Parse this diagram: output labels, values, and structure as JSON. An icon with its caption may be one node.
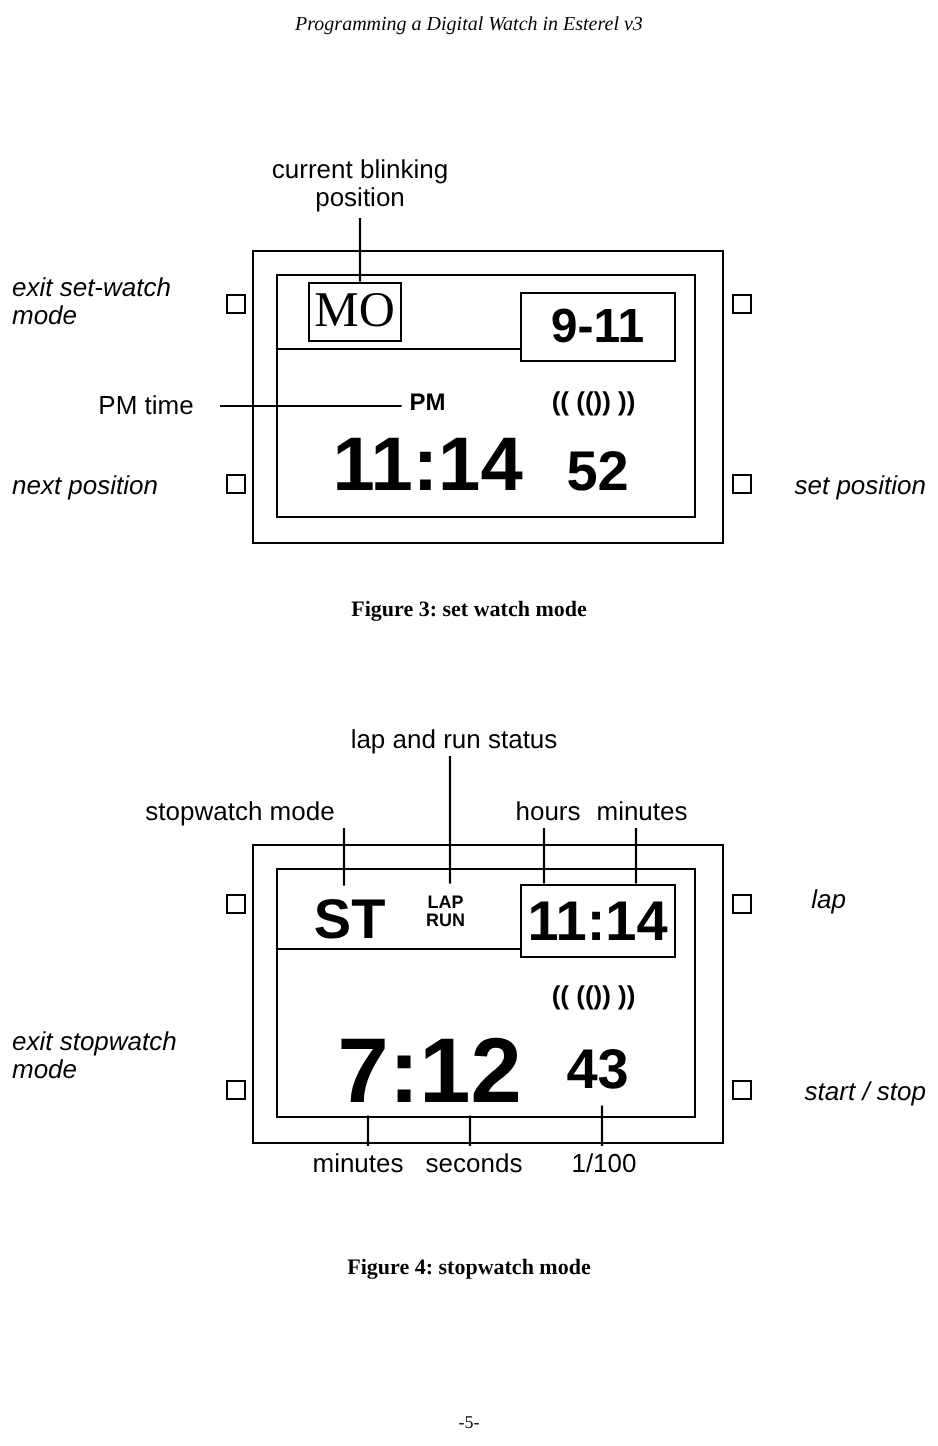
{
  "diagram": {
    "title": "Programming a Digital Watch in Esterel v3",
    "nodes": [
      {
        "text": [],
        "shape": "box"
      },
      {
        "text": [],
        "shape": "box",
        "in": 0
      },
      {
        "text": [
          "MO"
        ],
        "in": 1
      },
      {
        "text": [
          "9-11"
        ],
        "in": 1
      },
      {
        "text": [
          "PM"
        ],
        "in": 1
      },
      {
        "text": [
          "(( (()) ))"
        ],
        "in": 1
      },
      {
        "text": [
          "11:14"
        ],
        "in": 1
      },
      {
        "text": [
          "52"
        ],
        "in": 1
      },
      {
        "text": [],
        "shape": "box",
        "beside": [
          "exit set-watch mode"
        ]
      },
      {
        "text": [],
        "shape": "box"
      },
      {
        "text": [],
        "shape": "box",
        "beside": [
          "next position"
        ]
      },
      {
        "text": [],
        "shape": "box",
        "beside": [
          "set position"
        ]
      },
      {
        "text": [
          "current blinking position"
        ]
      },
      {
        "text": [
          "PM time"
        ]
      },
      {
        "text": [],
        "shape": "box"
      },
      {
        "text": [],
        "shape": "box",
        "in": 14
      },
      {
        "text": [
          "ST"
        ],
        "in": 15
      },
      {
        "text": [
          "LAP RUN"
        ],
        "in": 15
      },
      {
        "text": [
          "11:14"
        ],
        "in": 15
      },
      {
        "text": [
          "(( (()) ))"
        ],
        "in": 15
      },
      {
        "text": [
          "7:12"
        ],
        "in": 15
      },
      {
        "text": [
          "43"
        ],
        "in": 15
      },
      {
        "text": [],
        "shape": "box"
      },
      {
        "text": [],
        "shape": "box",
        "beside": [
          "lap"
        ]
      },
      {
        "text": [],
        "shape": "box",
        "beside": [
          "exit stopwatch mode"
        ]
      },
      {
        "text": [],
        "shape": "box",
        "beside": [
          "start / stop"
        ]
      },
      {
        "text": [
          "stopwatch mode"
        ]
      },
      {
        "text": [
          "lap and run status"
        ]
      },
      {
        "text": [
          "hours"
        ]
      },
      {
        "text": [
          "minutes"
        ]
      },
      {
        "text": [
          "minutes"
        ]
      },
      {
        "text": [
          "seconds"
        ]
      },
      {
        "text": [
          "1/100"
        ]
      }
    ],
    "edges": [
      {
        "from": 12,
        "to": 2,
        "arrow": "none"
      },
      {
        "from": 13,
        "to": 4,
        "arrow": "none"
      },
      {
        "from": 26,
        "to": 16,
        "arrow": "none"
      },
      {
        "from": 27,
        "to": 17,
        "arrow": "none"
      },
      {
        "from": 28,
        "to": 18,
        "arrow": "none"
      },
      {
        "from": 29,
        "to": 18,
        "arrow": "none"
      },
      {
        "from": 30,
        "to": 20,
        "arrow": "none"
      },
      {
        "from": 31,
        "to": 20,
        "arrow": "none"
      },
      {
        "from": 32,
        "to": 21,
        "arrow": "none"
      }
    ],
    "labels": [
      "Figure 3: set watch mode",
      "Figure 4: stopwatch mode",
      "-5-"
    ]
  }
}
